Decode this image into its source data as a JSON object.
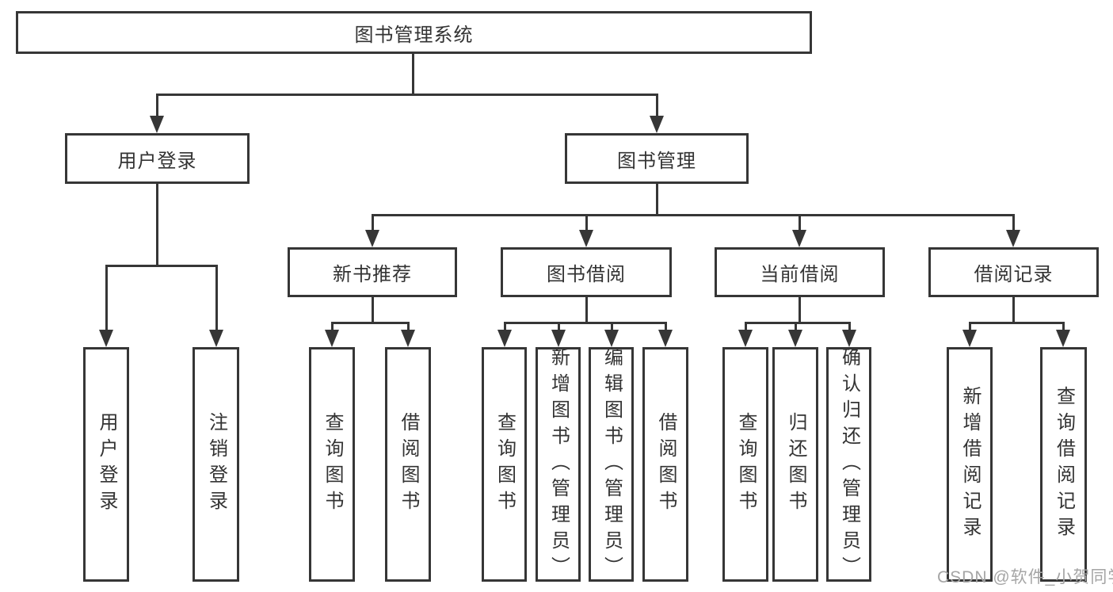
{
  "diagram": {
    "root": {
      "label": "图书管理系统"
    },
    "branches": [
      {
        "label": "用户登录",
        "children": [
          {
            "label": "用户登录"
          },
          {
            "label": "注销登录"
          }
        ]
      },
      {
        "label": "图书管理",
        "children": [
          {
            "label": "新书推荐",
            "children": [
              {
                "label": "查询图书"
              },
              {
                "label": "借阅图书"
              }
            ]
          },
          {
            "label": "图书借阅",
            "children": [
              {
                "label": "查询图书"
              },
              {
                "label": "新增图书（管理员）"
              },
              {
                "label": "编辑图书（管理员）"
              },
              {
                "label": "借阅图书"
              }
            ]
          },
          {
            "label": "当前借阅",
            "children": [
              {
                "label": "查询图书"
              },
              {
                "label": "归还图书"
              },
              {
                "label": "确认归还（管理员）"
              }
            ]
          },
          {
            "label": "借阅记录",
            "children": [
              {
                "label": "新增借阅记录"
              },
              {
                "label": "查询借阅记录"
              }
            ]
          }
        ]
      }
    ]
  },
  "watermark": {
    "text": "CSDN @软件_小贺同学"
  },
  "colors": {
    "line": "#363636",
    "text": "#333333",
    "watermark": "#a5a5a5",
    "background": "#ffffff"
  }
}
